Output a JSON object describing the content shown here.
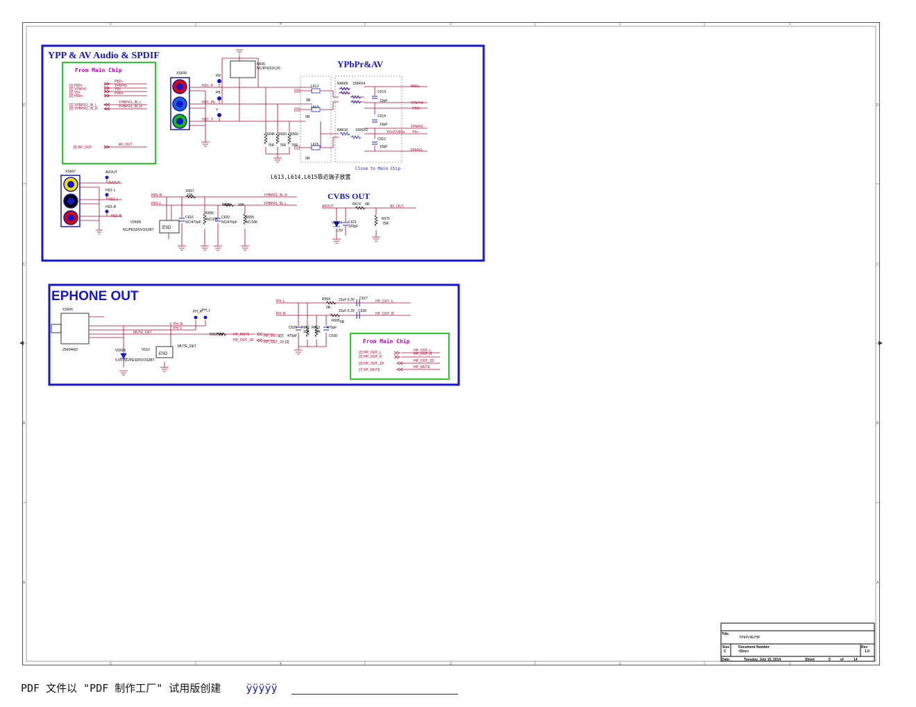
{
  "ruler": {
    "top": [
      "5",
      "4",
      "3",
      "2",
      "1"
    ],
    "bottom": [
      "5",
      "4",
      "3",
      "2",
      "1"
    ],
    "left": [
      "D",
      "C",
      "B",
      "A"
    ],
    "right": [
      "D",
      "C",
      "B",
      "A"
    ]
  },
  "panel1": {
    "title": "YPP & AV Audio & SPDIF",
    "subtitle": "YPbPr&AV",
    "from_main_chip": {
      "title": "From Main Chip",
      "signals": [
        "[2]  PB0+",
        "[2]  YPbPr0-",
        "[2]  Y0+",
        "[2]  PR0+",
        "[2]  YPBPR1_IN_L",
        "[2]  YPBPR1_IN_R",
        "[2]  AV_OUT"
      ],
      "nets": [
        "PB0+",
        "YPbPr0-",
        "Y0+",
        "PR0+",
        "YPBPR1_IN_L",
        "YPBPR1_IN_R",
        "AV_OUT"
      ]
    },
    "parts": {
      "xs608": "XS608",
      "xs607": "XS607",
      "n606": "N606",
      "n606_val": "NC/IP4223CZ6",
      "pr": "PR",
      "pb": "PB",
      "y": "Y",
      "hd1_p": "HD1_P",
      "hd1_pb": "HD1_Pb",
      "hd1_y": "HD1_Y",
      "l613": "L613",
      "l614": "L614",
      "l615": "L615",
      "zero_r": "0R",
      "ra609": "RA609",
      "ra609_val": "100RX4",
      "ra610": "RA610",
      "ra610_val": "100RX2",
      "c613": "C613",
      "c614": "C614",
      "c612": "C612",
      "cap_10pf": "10pF",
      "r646": "R646",
      "r659": "R659",
      "r660": "R660",
      "r75": "75R",
      "pr0": "PR0+",
      "ypbpr0": "YPbPr0-",
      "pb0": "PB0+",
      "y0cvbs": "Y0+/CVBS+",
      "y0": "Y0+",
      "close_note": "Close to Main Chip",
      "l_note": "L613,L614,L615靠近端子放置",
      "avout": "AVOUT",
      "hd1_l": "HD1-L",
      "hd1_r": "HD1-R",
      "vd605": "VD605",
      "vd605_val": "NC/PESD5VOS2BT",
      "esd": "ESD",
      "r657": "R657",
      "r657_val": "10K",
      "r658": "R658",
      "r658_val": "10K",
      "c616": "C616",
      "c616_val": "NC/470pF",
      "r656": "R656",
      "r656_val": "NC/10K",
      "c620": "C620",
      "c620_val": "NC/470pF",
      "r655": "R655",
      "r655_val": "NC/10K",
      "net_in_r": "YPBPR1_IN_R",
      "net_in_l": "YPBPR1_IN_L"
    },
    "cvbs": {
      "title": "CVBS OUT",
      "avout": "AVOUT",
      "r674": "R674",
      "r674_val": "0R",
      "av_out": "AV_OUT",
      "vd604": "VD604",
      "vd604_val": "5.6V",
      "c621": "C621",
      "c621_val": "220pF",
      "r675": "R675",
      "r675_val": "75R"
    }
  },
  "panel2": {
    "title": "EPHONE OUT",
    "parts": {
      "xs606": "XS606",
      "xs606_pn": "25004492",
      "ph_r": "PH_R",
      "ph_l": "PH_L",
      "mute_det": "MUTE_DET",
      "v610": "V610",
      "esd": "ESD",
      "vd606": "VD606",
      "vd606_val": "5.6V",
      "vd_nc": "NC/PESD5VOS2BT",
      "r661": "R661",
      "r661_val": "0R",
      "hp_mute": "HP_MUTE",
      "hp_out_jd": "HP_OUT_JD",
      "tag7": "[7]",
      "tag2": "[2]",
      "r664": "R664",
      "r665": "R665",
      "cap_22": "22uF 6.3V",
      "c627": "C627",
      "c628": "C628",
      "c629": "C629",
      "c630": "C630",
      "c470": "470pF",
      "r662": "R662",
      "r663": "R663",
      "r10k": "10K",
      "hp_out_l": "HP_OUT_L",
      "hp_out_r": "HP_OUT_R"
    },
    "from_main_chip": {
      "title": "From Main Chip",
      "signals": [
        "[2]  HP_OUT_L",
        "[2]  HP_OUT_R",
        "[2]  HP_OUT_JD",
        "[7]  HP_MUTE"
      ],
      "nets": [
        "HP_OUT_L",
        "HP_OUT_R",
        "HP_OUT_JD",
        "HP_MUTE"
      ]
    }
  },
  "title_block": {
    "title_label": "Title",
    "title": "YPbPr/AV/HP",
    "size_label": "Size",
    "size": "C",
    "docnum_label": "Document Number",
    "docnum": "<Doc>",
    "rev_label": "Rev",
    "rev": "1.0",
    "date_label": "Date:",
    "date": "Tuesday, July 15, 2014",
    "sheet_label": "Sheet",
    "sheet": "5",
    "of_label": "of",
    "total": "14"
  },
  "footer": {
    "text": "PDF 文件以 \"PDF 制作工厂\" 试用版创建",
    "link": "ÿÿÿÿÿ"
  },
  "colors": {
    "panel_border": "#1515d0",
    "chip_box": "#22cc22",
    "wire": "#b5002a",
    "label_blue": "#1a1aa6",
    "magenta": "#c000c0"
  }
}
